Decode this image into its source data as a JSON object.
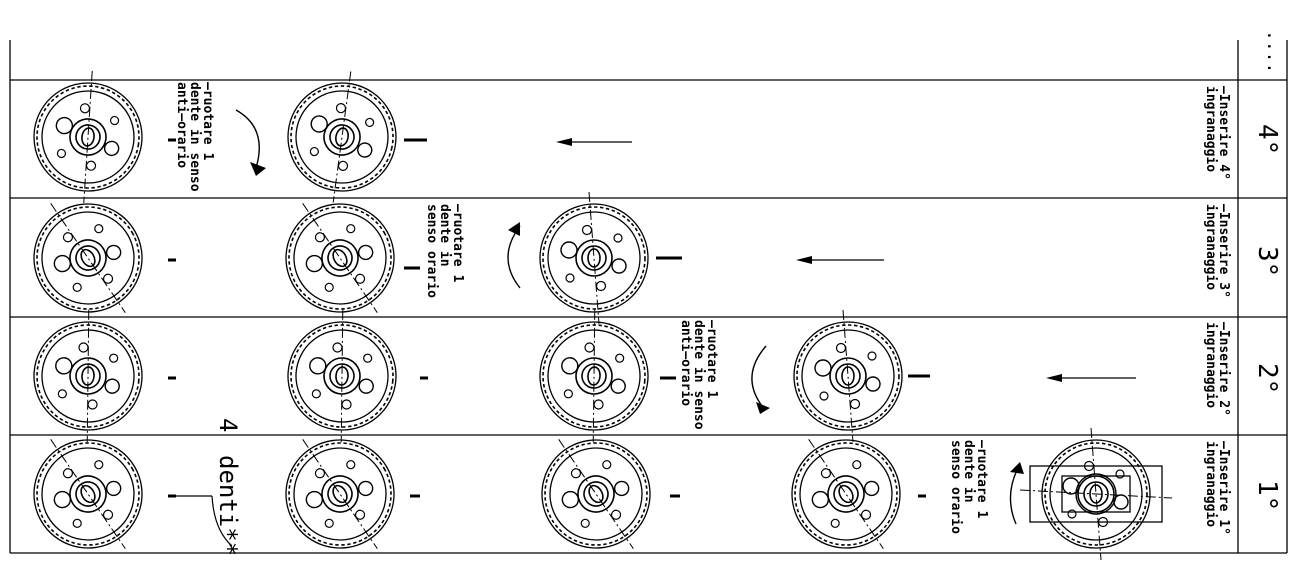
{
  "rows": [
    {
      "number": "4°",
      "instruction": "–Inserire 4° ingranaggio"
    },
    {
      "number": "3°",
      "instruction": "–Inserire 3° ingranaggio"
    },
    {
      "number": "2°",
      "instruction": "–Inserire 2° ingranaggio"
    },
    {
      "number": "1°",
      "instruction": "–Inserire 1° ingranaggio"
    }
  ],
  "rotation_notes": {
    "row4": "–ruotare 1\ndente in senso\nanti–orario",
    "row3": "–ruotare 1\ndente in\nsenso orario",
    "row2": "–ruotare 1\ndente in senso\nanti–orario",
    "row1": "–ruotare 1\ndente in\nsenso orario"
  },
  "header_dots": "....",
  "teeth_count_label": "4",
  "teeth_word_label": "denti**",
  "colors": {
    "line": "#000000",
    "background": "#ffffff"
  }
}
